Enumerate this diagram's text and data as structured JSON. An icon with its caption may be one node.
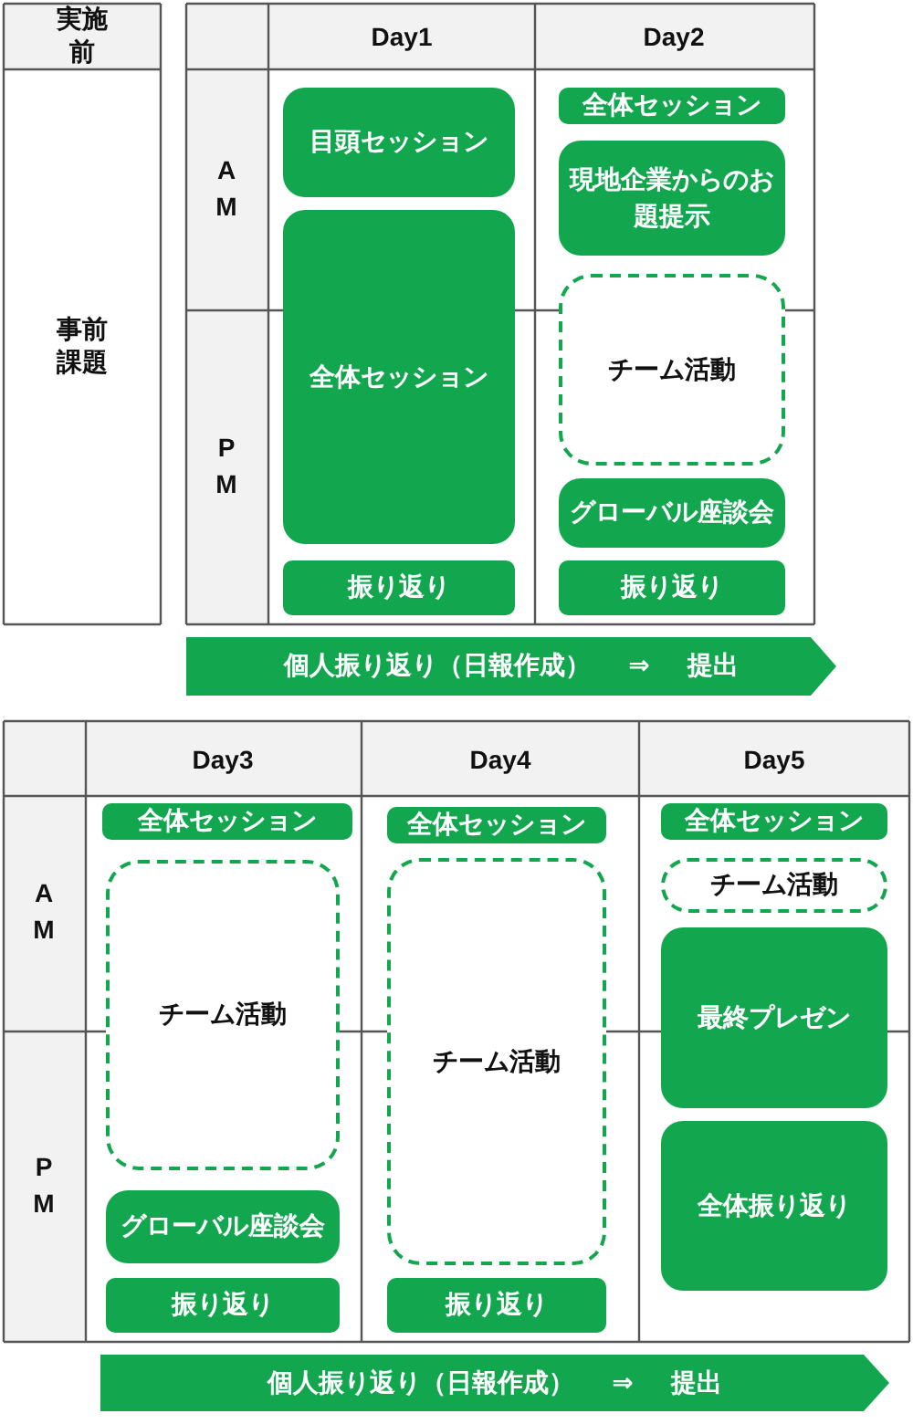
{
  "diagram": {
    "nodes": [
      {
        "text": [
          "目頭セッション"
        ]
      },
      {
        "text": [
          "全体セッション"
        ]
      },
      {
        "text": [
          "振り返り"
        ]
      },
      {
        "text": [
          "全体セッション"
        ]
      },
      {
        "text": [
          "現地企業からのお題提示"
        ]
      },
      {
        "text": [
          "チーム活動"
        ]
      },
      {
        "text": [
          "グローバル座談会"
        ]
      },
      {
        "text": [
          "振り返り"
        ]
      },
      {
        "text": [
          "個人振り返り（日報作成） ⇒ 提出"
        ]
      },
      {
        "text": [
          "全体セッション"
        ]
      },
      {
        "text": [
          "チーム活動"
        ]
      },
      {
        "text": [
          "グローバル座談会"
        ]
      },
      {
        "text": [
          "振り返り"
        ]
      },
      {
        "text": [
          "全体セッション"
        ]
      },
      {
        "text": [
          "チーム活動"
        ]
      },
      {
        "text": [
          "振り返り"
        ]
      },
      {
        "text": [
          "全体セッション"
        ]
      },
      {
        "text": [
          "チーム活動"
        ]
      },
      {
        "text": [
          "最終プレゼン"
        ]
      },
      {
        "text": [
          "全体振り返り"
        ]
      },
      {
        "text": [
          "個人振り返り（日報作成） ⇒ 提出"
        ]
      }
    ],
    "labels": [
      "実施前",
      "Day1",
      "Day2",
      "AM",
      "事前課題",
      "PM",
      "Day3",
      "Day4",
      "Day5",
      "AM",
      "PM"
    ]
  }
}
